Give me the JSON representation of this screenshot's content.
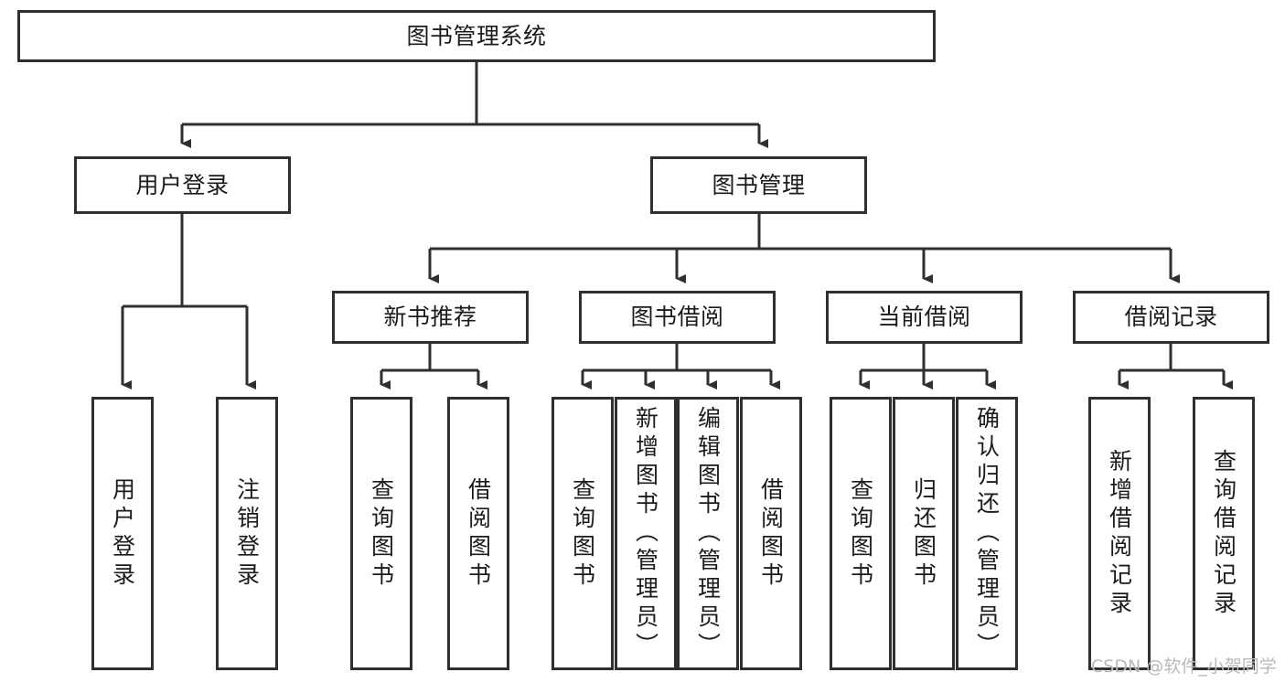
{
  "diagram": {
    "title": "图书管理系统",
    "type": "hierarchy-tree",
    "orientation": "top-down",
    "colors": {
      "box_border": "#2f2f2f",
      "box_fill": "#ffffff",
      "connector": "#2f2f2f",
      "text": "#1b1b1b",
      "watermark": "#b9b9b9",
      "background": "#ffffff"
    },
    "root": {
      "label": "图书管理系统"
    },
    "level2": [
      {
        "id": "user-login",
        "label": "用户登录"
      },
      {
        "id": "book-management",
        "label": "图书管理"
      }
    ],
    "level3": [
      {
        "id": "new-book-recommend",
        "label": "新书推荐",
        "parent": "book-management"
      },
      {
        "id": "book-borrow",
        "label": "图书借阅",
        "parent": "book-management"
      },
      {
        "id": "current-borrow",
        "label": "当前借阅",
        "parent": "book-management"
      },
      {
        "id": "borrow-record",
        "label": "借阅记录",
        "parent": "book-management"
      }
    ],
    "leaves": {
      "user_login": [
        {
          "id": "leaf-user-login",
          "label": "用户登录"
        },
        {
          "id": "leaf-logout-login",
          "label": "注销登录"
        }
      ],
      "new_book_recommend": [
        {
          "id": "leaf-query-book-1",
          "label": "查询图书"
        },
        {
          "id": "leaf-borrow-book-1",
          "label": "借阅图书"
        }
      ],
      "book_borrow": [
        {
          "id": "leaf-query-book-2",
          "label": "查询图书"
        },
        {
          "id": "leaf-add-book",
          "label": "新增图书（管理员）"
        },
        {
          "id": "leaf-edit-book",
          "label": "编辑图书（管理员）"
        },
        {
          "id": "leaf-borrow-book-2",
          "label": "借阅图书"
        }
      ],
      "current_borrow": [
        {
          "id": "leaf-query-book-3",
          "label": "查询图书"
        },
        {
          "id": "leaf-return-book",
          "label": "归还图书"
        },
        {
          "id": "leaf-confirm-return",
          "label": "确认归还（管理员）"
        }
      ],
      "borrow_record": [
        {
          "id": "leaf-add-record",
          "label": "新增借阅记录"
        },
        {
          "id": "leaf-query-record",
          "label": "查询借阅记录"
        }
      ]
    },
    "watermark": "CSDN @软件_小贺同学"
  }
}
